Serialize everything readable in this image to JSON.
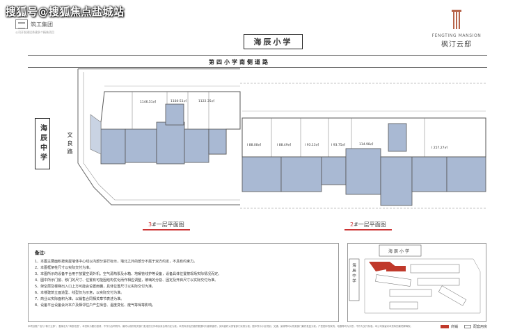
{
  "watermark": "搜狐号@搜狐焦点盐城站",
  "developer_logo": {
    "name": "筑工集团",
    "tagline": "公司开发建设承建多个精装项目"
  },
  "brand": {
    "en": "FENGTING MANSION",
    "cn": "枫汀云邸",
    "accent": "#b7644a"
  },
  "map": {
    "school_top": "海辰小学",
    "road_top": "第四小学南侧道路",
    "school_left": "海辰中学",
    "road_left": "文良路"
  },
  "plans": [
    {
      "title_num": "3",
      "title_rest": "#一层平面图",
      "areas": [
        "1146.51㎡",
        "1180.51㎡",
        "1122.35㎡"
      ]
    },
    {
      "title_num": "2",
      "title_rest": "#一层平面图",
      "areas": [
        "I 88.08㎡",
        "I 88.49㎡",
        "I 93.13㎡",
        "I 93.75㎡",
        "114.98㎡",
        "I 257.27㎡"
      ]
    }
  ],
  "notes": {
    "heading": "备注:",
    "items": [
      "1、本图主要面积按房屋墙体中心线以内部分进行标示，墙北之外的部分不属于双方约定，不具有约束力。",
      "2、本图框架柱尺寸以实际交付为准。",
      "3、本图所示的设备平台用于放置空调外机、空气源热泵及水箱、地暖管线护等设备，设备具体位置按现场实际情况而定。",
      "4、图中所示门窗、移门的尺寸、位置有可能因结构优化而作相应调整，玻璃的分割、固定及开启尺寸以实际交付为准。",
      "5、架空层及楼梯出入口上方可能会设置雨棚，具体位置尺寸以实际交付为准。",
      "6、本楼建筑立面造型、线型仅为示意，以实际交付为准。",
      "7、商业以实际面积为准，以销售合同相关章节表述为准。",
      "8、设备平台设备会对本户及相邻住户产生噪音、温度变化、废气等噪等影响。"
    ]
  },
  "keymap": {
    "school": "海辰小学",
    "school2": "海辰中学"
  },
  "footer_text": "本项目推广名为“枫汀云邸”，备案名为“海辰花园”，本资料为要约邀请，不作为合同附件，最终以政府相关部门批准的文件和买卖合同约定为准。本资料涉及的面积数据均为建筑面积，实际面积以房管部门实测为准；图中所示小区规划、交通、景观等均以规划部门最终批复为准。户型图中的家具、电器等均为示意，不作为交付标准。本公司保留对本资料的最终解释权。",
  "legend": {
    "item1": "商铺",
    "item2": "配套用房",
    "color1": "#c0392b"
  },
  "colors": {
    "fill": "#a9b9d3",
    "wall": "#555555"
  }
}
